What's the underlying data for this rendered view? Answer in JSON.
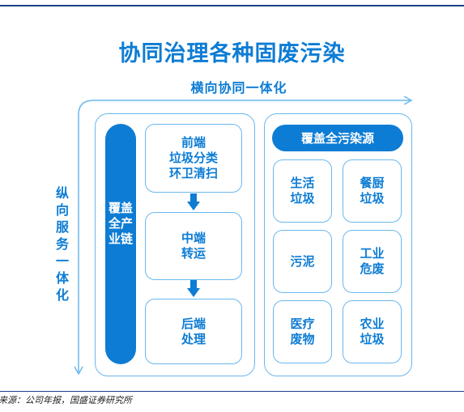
{
  "title": "协同治理各种固废污染",
  "horizontal_axis_label": "横向协同一体化",
  "vertical_axis_label": "纵向服务一体化",
  "chain": {
    "label": "覆盖全产业链",
    "stages": [
      "前端\n垃圾分类\n环卫清扫",
      "中端\n转运",
      "后端\n处理"
    ]
  },
  "pollution_sources": {
    "label": "覆盖全污染源",
    "items": [
      "生活\n垃圾",
      "餐厨\n垃圾",
      "污泥",
      "工业\n危废",
      "医疗\n废物",
      "农业\n垃圾"
    ]
  },
  "source_note": "来源：公司年报，国盛证券研究所",
  "colors": {
    "accent": "#0d7cd4",
    "border": "#6ab8ee",
    "rule": "#1f3f8a"
  }
}
